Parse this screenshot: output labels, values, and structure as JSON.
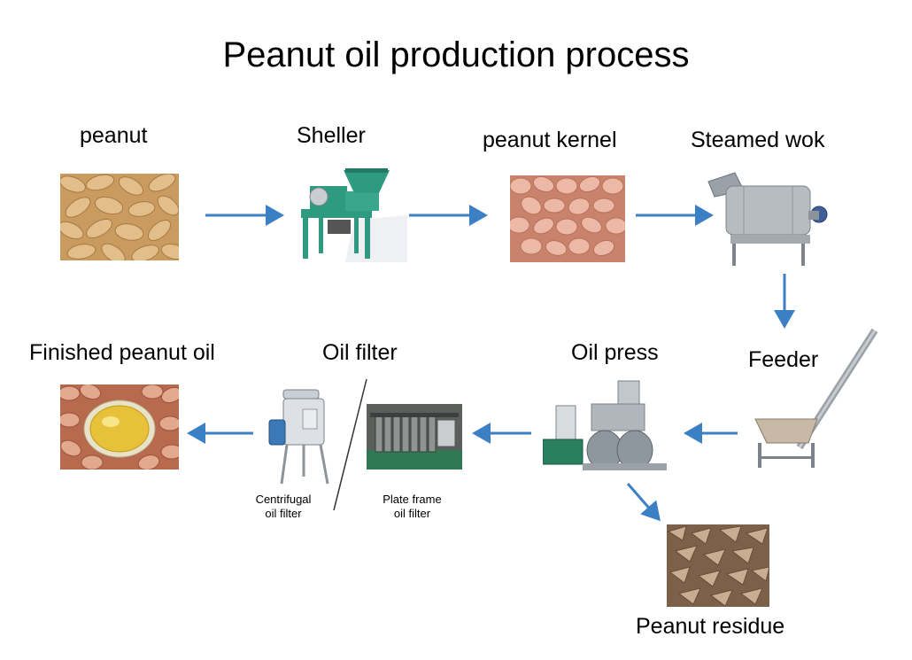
{
  "title": "Peanut oil production process",
  "steps": {
    "peanut": "peanut",
    "sheller": "Sheller",
    "kernel": "peanut kernel",
    "wok": "Steamed wok",
    "feeder": "Feeder",
    "press": "Oil press",
    "filter": "Oil filter",
    "finished": "Finished peanut oil",
    "residue": "Peanut  residue"
  },
  "filter_types": {
    "centrifugal_line1": "Centrifugal",
    "centrifugal_line2": "oil filter",
    "plate_line1": "Plate frame",
    "plate_line2": "oil filter"
  },
  "colors": {
    "arrow": "#3b7fc4",
    "machine_green": "#2e9a80",
    "machine_steel": "#b7bcc2",
    "peanut_shell": "#d8b27a",
    "kernel_pink": "#e7b4a2"
  }
}
